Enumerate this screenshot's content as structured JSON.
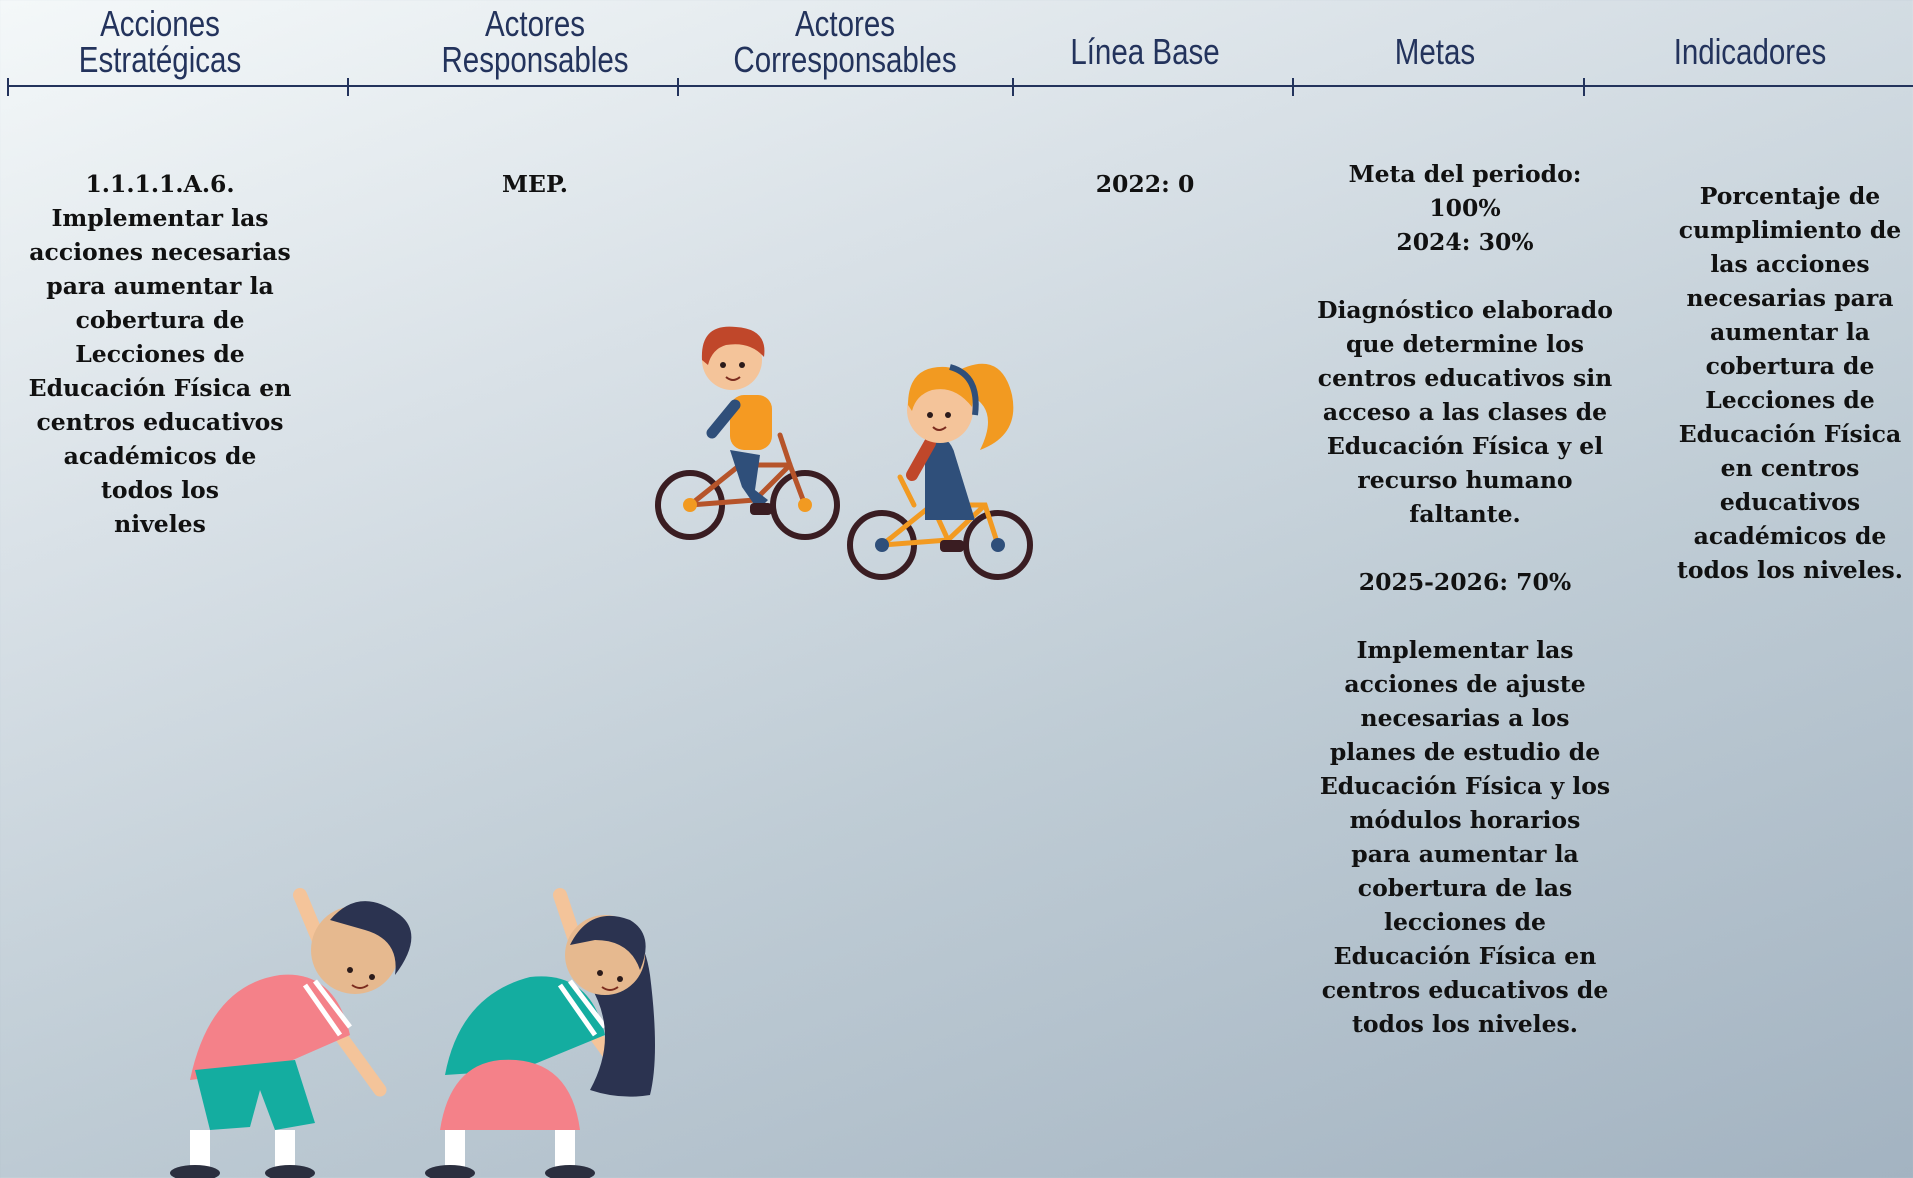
{
  "headers": {
    "acciones": [
      "Acciones",
      "Estratégicas"
    ],
    "actores": [
      "Actores",
      "Responsables"
    ],
    "corresponsables": [
      "Actores",
      "Corresponsables"
    ],
    "linea_base": "Línea Base",
    "metas": "Metas",
    "indicadores": "Indicadores"
  },
  "row": {
    "accion": [
      "1.1.1.1.A.6.",
      "Implementar las",
      "acciones necesarias",
      "para aumentar la",
      "cobertura de",
      "Lecciones de",
      "Educación Física en",
      "centros educativos",
      "académicos de",
      "todos los",
      "niveles"
    ],
    "actor": "MEP.",
    "linea_base": "2022: 0",
    "metas": [
      "Meta del periodo:",
      "100%",
      "2024:  30%",
      "",
      "Diagnóstico elaborado",
      "que determine los",
      "centros educativos sin",
      "acceso a las clases de",
      "Educación Física y el",
      "recurso humano",
      "faltante.",
      "",
      "2025-2026:  70%",
      "",
      "Implementar las",
      "acciones de ajuste",
      "necesarias a los",
      "planes de estudio de",
      "Educación Física y los",
      "módulos horarios",
      "para aumentar la",
      "cobertura de las",
      "lecciones de",
      "Educación Física en",
      "centros educativos de",
      "todos los niveles."
    ],
    "indicador": [
      "Porcentaje de",
      "cumplimiento de",
      "las acciones",
      "necesarias para",
      "aumentar la",
      "cobertura de",
      "Lecciones de",
      "Educación Física",
      "en centros",
      "educativos",
      "académicos de",
      "todos los niveles."
    ]
  },
  "colors": {
    "header_text": "#23335c",
    "body_text": "#111111"
  },
  "illustrations": [
    "kids-cycling-illustration",
    "kids-stretching-illustration"
  ]
}
